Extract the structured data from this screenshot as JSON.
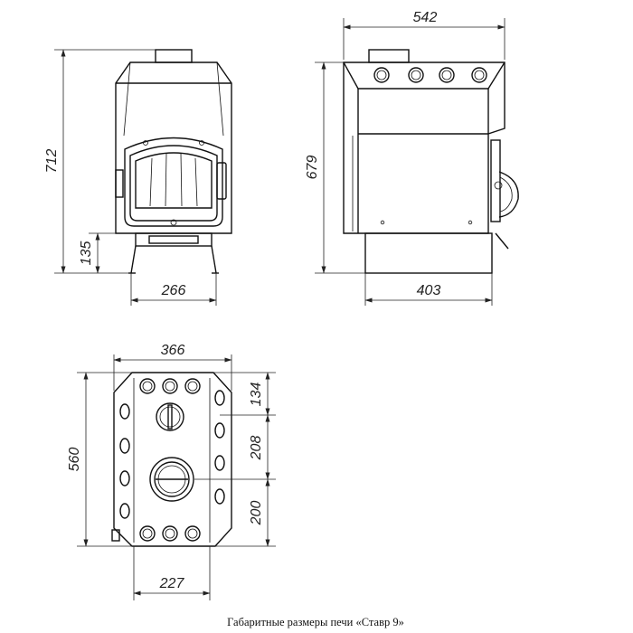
{
  "dimensions": {
    "front_height": "712",
    "front_base_height": "135",
    "front_base_width": "266",
    "side_width": "542",
    "side_height": "679",
    "side_base_width": "403",
    "top_width": "366",
    "top_depth": "560",
    "top_seg_1": "134",
    "top_seg_2": "208",
    "top_seg_3": "200",
    "top_bottom_width": "227"
  },
  "caption": "Габаритные размеры печи «Ставр 9»",
  "colors": {
    "line": "#111111",
    "background": "#ffffff"
  }
}
